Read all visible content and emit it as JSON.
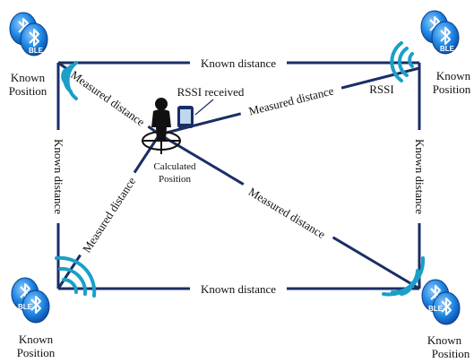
{
  "diagram": {
    "known_distance": "Known distance",
    "measured_distance": "Measured distance",
    "rssi": "RSSI",
    "rssi_received": "RSSI received",
    "calculated_position": [
      "Calculated",
      "Position"
    ],
    "known_position": [
      "Known",
      "Position"
    ],
    "ble_label": "BLE",
    "colors": {
      "line": "#1a2e66",
      "signal": "#1aa0c8",
      "ble_dark": "#1565c0",
      "ble_light": "#64b5f6",
      "person": "#111111"
    },
    "icons": [
      "bluetooth-ble-icon",
      "wifi-signal-icon",
      "person-icon",
      "smartphone-icon",
      "crosshair-icon"
    ]
  }
}
